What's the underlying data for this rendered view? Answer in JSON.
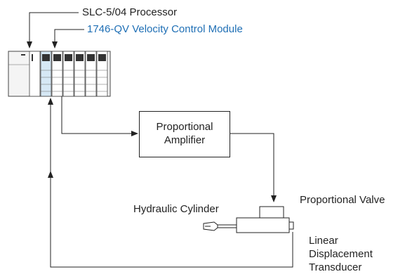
{
  "labels": {
    "processor": "SLC-5/04 Processor",
    "module": "1746-QV Velocity Control Module",
    "amplifier": [
      "Proportional",
      "Amplifier"
    ],
    "valve": "Proportional Valve",
    "cylinder": "Hydraulic Cylinder",
    "transducer": [
      "Linear",
      "Displacement",
      "Transducer"
    ]
  },
  "colors": {
    "line": "#222222",
    "module_highlight": "#d6e8f5",
    "module_label": "#1f6fb5"
  }
}
